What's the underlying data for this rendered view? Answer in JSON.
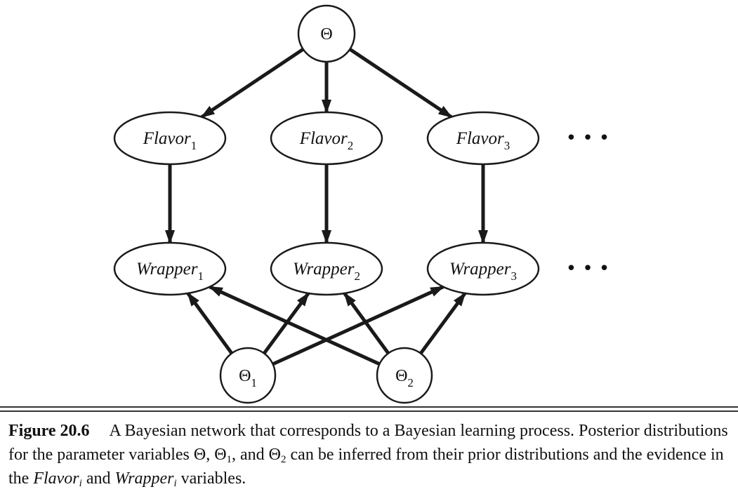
{
  "diagram": {
    "nodes": [
      {
        "id": "theta",
        "kind": "circle",
        "label": "Θ",
        "sub": ""
      },
      {
        "id": "flavor1",
        "kind": "ellipse",
        "label": "Flavor",
        "sub": "1"
      },
      {
        "id": "flavor2",
        "kind": "ellipse",
        "label": "Flavor",
        "sub": "2"
      },
      {
        "id": "flavor3",
        "kind": "ellipse",
        "label": "Flavor",
        "sub": "3"
      },
      {
        "id": "wrapper1",
        "kind": "ellipse",
        "label": "Wrapper",
        "sub": "1"
      },
      {
        "id": "wrapper2",
        "kind": "ellipse",
        "label": "Wrapper",
        "sub": "2"
      },
      {
        "id": "wrapper3",
        "kind": "ellipse",
        "label": "Wrapper",
        "sub": "3"
      },
      {
        "id": "theta1",
        "kind": "circle",
        "label": "Θ",
        "sub": "1"
      },
      {
        "id": "theta2",
        "kind": "circle",
        "label": "Θ",
        "sub": "2"
      }
    ],
    "edges": [
      {
        "from": "theta",
        "to": "flavor1"
      },
      {
        "from": "theta",
        "to": "flavor2"
      },
      {
        "from": "theta",
        "to": "flavor3"
      },
      {
        "from": "flavor1",
        "to": "wrapper1"
      },
      {
        "from": "flavor2",
        "to": "wrapper2"
      },
      {
        "from": "flavor3",
        "to": "wrapper3"
      },
      {
        "from": "theta1",
        "to": "wrapper1"
      },
      {
        "from": "theta1",
        "to": "wrapper2"
      },
      {
        "from": "theta1",
        "to": "wrapper3"
      },
      {
        "from": "theta2",
        "to": "wrapper1"
      },
      {
        "from": "theta2",
        "to": "wrapper2"
      },
      {
        "from": "theta2",
        "to": "wrapper3"
      }
    ],
    "ellipsis_rows": [
      "flavor",
      "wrapper"
    ],
    "ellipsis_text": "• • •"
  },
  "caption": {
    "label": "Figure 20.6",
    "text_1": "A Bayesian network that corresponds to a Bayesian learning process. Posterior distributions for the parameter variables Θ, Θ",
    "sub_1": "1",
    "text_2": ", and Θ",
    "sub_2": "2",
    "text_3": " can be inferred from their prior distributions and the evidence in the ",
    "var_1": "Flavor",
    "var_1_sub": "i",
    "text_4": " and ",
    "var_2": "Wrapper",
    "var_2_sub": "i",
    "text_5": " variables."
  }
}
